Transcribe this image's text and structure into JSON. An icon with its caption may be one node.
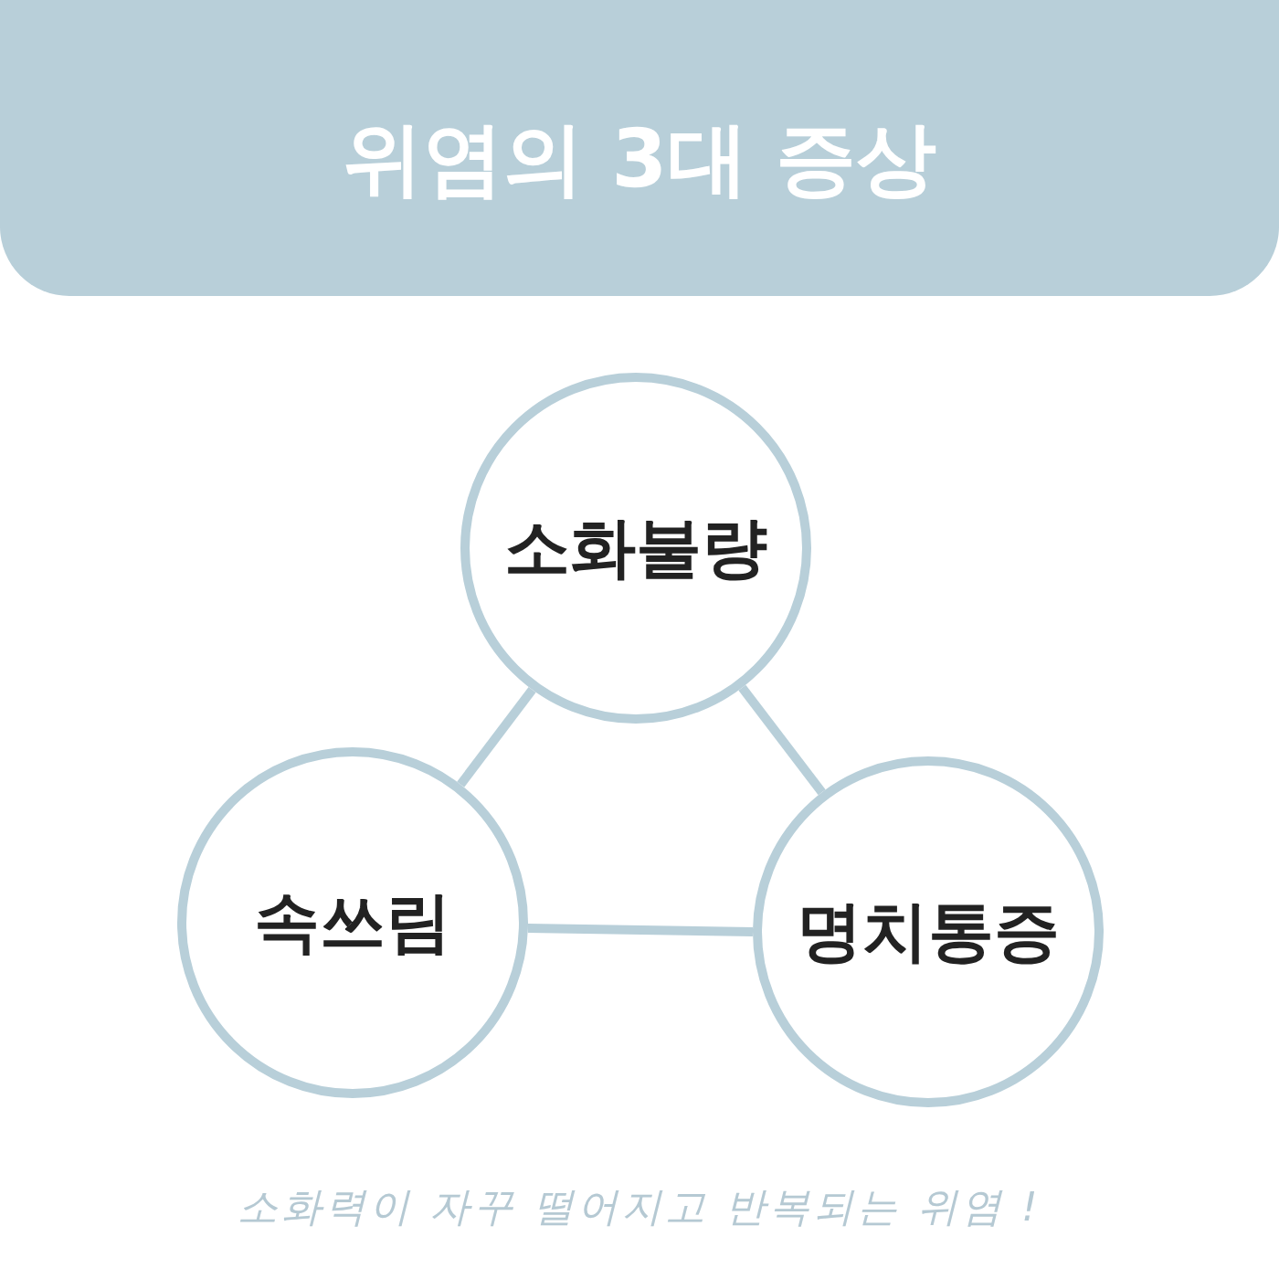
{
  "diagram": {
    "title": "위염의 3대 증상",
    "nodes": [
      {
        "text": [
          "소화불량"
        ]
      },
      {
        "text": [
          "속쓰림"
        ]
      },
      {
        "text": [
          "명치통증"
        ]
      }
    ],
    "edges": [
      {
        "from": 0,
        "to": 1,
        "arrow": "none"
      },
      {
        "from": 0,
        "to": 2,
        "arrow": "none"
      },
      {
        "from": 1,
        "to": 2,
        "arrow": "none"
      }
    ],
    "labels": [
      "소화력이 자꾸 떨어지고 반복되는 위염 !"
    ]
  }
}
